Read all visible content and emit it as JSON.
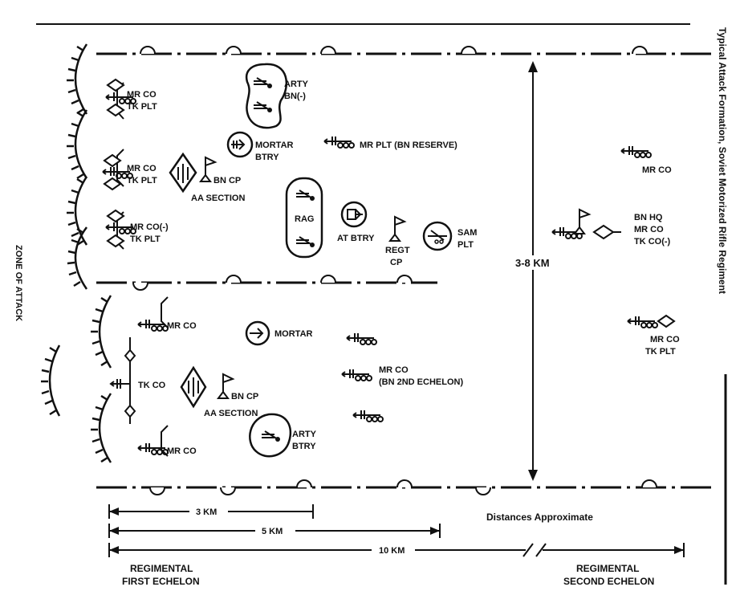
{
  "side_title": "Typical Attack Formation, Soviet Motorized Rifle Regiment",
  "zone_label": "ZONE OF ATTACK",
  "height_label": "3-8 KM",
  "distances_note": "Distances Approximate",
  "scale": {
    "d3": "3 KM",
    "d5": "5 KM",
    "d10": "10 KM"
  },
  "echelons": {
    "first": [
      "REGIMENTAL",
      "FIRST ECHELON"
    ],
    "second": [
      "REGIMENTAL",
      "SECOND ECHELON"
    ]
  },
  "units": {
    "mr_tk_1": [
      "MR CO",
      "TK PLT"
    ],
    "mr_tk_2": [
      "MR CO",
      "TK PLT"
    ],
    "mr_tk_3": [
      "MR CO(-)",
      "TK PLT"
    ],
    "arty_bn": [
      "ARTY",
      "BN(-)"
    ],
    "mortar_btry": [
      "MORTAR",
      "BTRY"
    ],
    "mr_plt_reserve": "MR PLT (BN RESERVE)",
    "bn_cp_upper": "BN CP",
    "aa_section_upper": "AA SECTION",
    "rag": "RAG",
    "at_btry": "AT BTRY",
    "regt_cp": [
      "REGT",
      "CP"
    ],
    "sam_plt": [
      "SAM",
      "PLT"
    ],
    "mr_co_right": "MR CO",
    "bn_hq_group": [
      "BN HQ",
      "MR CO",
      "TK CO(-)"
    ],
    "mr_tk_right": [
      "MR CO",
      "TK PLT"
    ],
    "mr_co_lower_1": "MR CO",
    "tk_co": "TK CO",
    "mr_co_lower_2": "MR CO",
    "mortar_lower": "MORTAR",
    "bn_cp_lower": "BN CP",
    "aa_section_lower": "AA SECTION",
    "mr_co_2nd": [
      "MR CO",
      "(BN 2ND ECHELON)"
    ],
    "arty_btry": [
      "ARTY",
      "BTRY"
    ]
  }
}
